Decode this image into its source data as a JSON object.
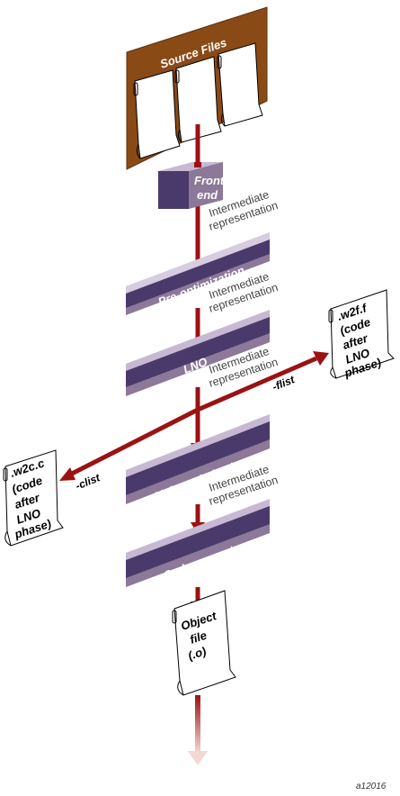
{
  "source_files": {
    "label": "Source Files"
  },
  "stages": {
    "front_end": [
      "Front",
      "end"
    ],
    "pre_optimization": "Pre-optimization",
    "lno": "LNO",
    "main_optimization": "Main optimization",
    "code_generator": "Code generator"
  },
  "intermediate": [
    "Intermediate",
    "representation"
  ],
  "flags": {
    "flist": "-flist",
    "clist": "-clist"
  },
  "outputs": {
    "w2f": [
      ".w2f.f",
      "(code",
      "after",
      "LNO",
      "phase)"
    ],
    "w2c": [
      ".w2c.c",
      "(code",
      "after",
      "LNO",
      "phase)"
    ],
    "object": [
      "Object",
      "file",
      "(.o)"
    ]
  },
  "figure_id": "a12016",
  "colors": {
    "arrow": "#9b1214",
    "box_front": "#4a3a6b",
    "box_top": "#c7b9d3",
    "box_side": "#8c7899",
    "frame": "#8a4a16"
  }
}
